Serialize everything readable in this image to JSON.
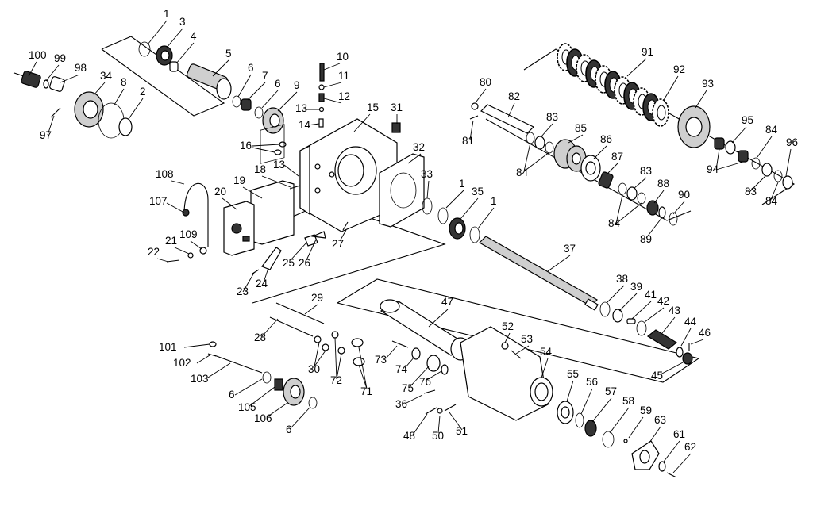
{
  "labels": {
    "p1a": "1",
    "p1b": "1",
    "p1c": "1",
    "p2": "2",
    "p3": "3",
    "p4": "4",
    "p5": "5",
    "p6a": "6",
    "p6b": "6",
    "p6c": "6",
    "p6d": "6",
    "p7": "7",
    "p8": "8",
    "p9": "9",
    "p10": "10",
    "p11": "11",
    "p12": "12",
    "p13a": "13",
    "p13b": "13",
    "p14": "14",
    "p15": "15",
    "p16": "16",
    "p18": "18",
    "p19": "19",
    "p20": "20",
    "p21": "21",
    "p22": "22",
    "p23": "23",
    "p24": "24",
    "p25": "25",
    "p26": "26",
    "p27": "27",
    "p28": "28",
    "p29": "29",
    "p30": "30",
    "p31": "31",
    "p32": "32",
    "p33": "33",
    "p34": "34",
    "p35": "35",
    "p36": "36",
    "p37": "37",
    "p38": "38",
    "p39": "39",
    "p41": "41",
    "p42": "42",
    "p43": "43",
    "p44": "44",
    "p45": "45",
    "p46": "46",
    "p47": "47",
    "p48": "48",
    "p50": "50",
    "p51": "51",
    "p52": "52",
    "p53": "53",
    "p54": "54",
    "p55": "55",
    "p56": "56",
    "p57": "57",
    "p58": "58",
    "p59": "59",
    "p61": "61",
    "p62": "62",
    "p63": "63",
    "p71": "71",
    "p72": "72",
    "p73": "73",
    "p74": "74",
    "p75": "75",
    "p76": "76",
    "p80": "80",
    "p81": "81",
    "p82": "82",
    "p83a": "83",
    "p83b": "83",
    "p83c": "83",
    "p84a": "84",
    "p84b": "84",
    "p84c": "84",
    "p84d": "84",
    "p85": "85",
    "p86": "86",
    "p87": "87",
    "p88": "88",
    "p89": "89",
    "p90": "90",
    "p91": "91",
    "p92": "92",
    "p93": "93",
    "p94": "94",
    "p95": "95",
    "p96": "96",
    "p97": "97",
    "p98": "98",
    "p99": "99",
    "p100": "100",
    "p101": "101",
    "p102": "102",
    "p103": "103",
    "p105": "105",
    "p106": "106",
    "p107": "107",
    "p108": "108",
    "p109": "109"
  },
  "colors": {
    "ink": "#000000",
    "background": "#ffffff",
    "shade": "#333333"
  }
}
